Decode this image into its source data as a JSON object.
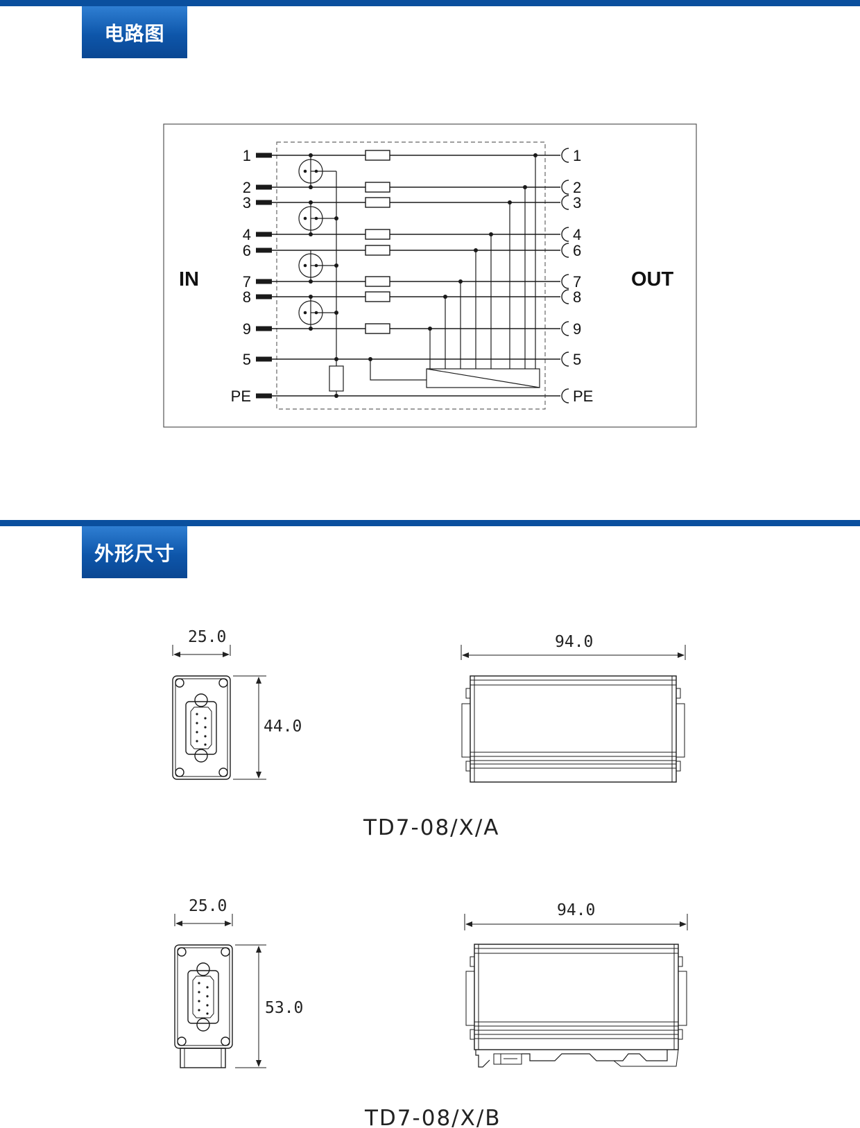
{
  "sections": {
    "circuit": {
      "title": "电路图"
    },
    "dimensions": {
      "title": "外形尺寸"
    }
  },
  "circuit": {
    "in_label": "IN",
    "out_label": "OUT",
    "pins": [
      "1",
      "2",
      "3",
      "4",
      "6",
      "7",
      "8",
      "9",
      "5",
      "PE"
    ]
  },
  "dimensions": {
    "models": [
      {
        "name": "TD7-08/X/A",
        "width": "25.0",
        "height": "44.0",
        "length": "94.0"
      },
      {
        "name": "TD7-08/X/B",
        "width": "25.0",
        "height": "53.0",
        "length": "94.0"
      }
    ]
  },
  "colors": {
    "brand_blue": "#0a4f9e",
    "tab_gradient_top": "#2f7fd3",
    "line": "#1a1a1a"
  }
}
